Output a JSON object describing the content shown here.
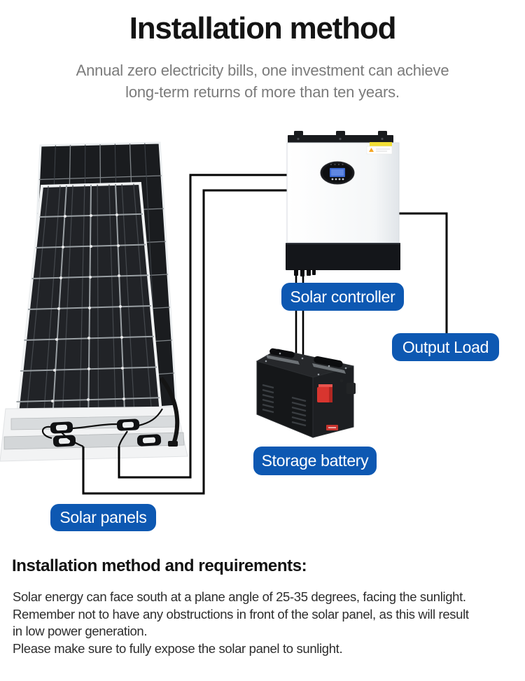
{
  "header": {
    "title": "Installation method",
    "subtitle": "Annual zero electricity bills, one investment can achieve\nlong-term returns of more than ten years."
  },
  "diagram": {
    "labels": {
      "solar_controller": "Solar controller",
      "output_load": "Output Load",
      "storage_battery": "Storage battery",
      "solar_panels": "Solar panels"
    },
    "colors": {
      "label_background": "#0d58b2",
      "label_text": "#ffffff",
      "wire": "#000000"
    }
  },
  "requirements": {
    "heading": "Installation method and requirements:",
    "body": "Solar energy can face south at a plane angle of 25-35 degrees, facing the sunlight.\nRemember not to have any obstructions in front of the solar panel, as this will result\nin low power generation.\nPlease make sure to fully expose the solar panel to sunlight."
  }
}
